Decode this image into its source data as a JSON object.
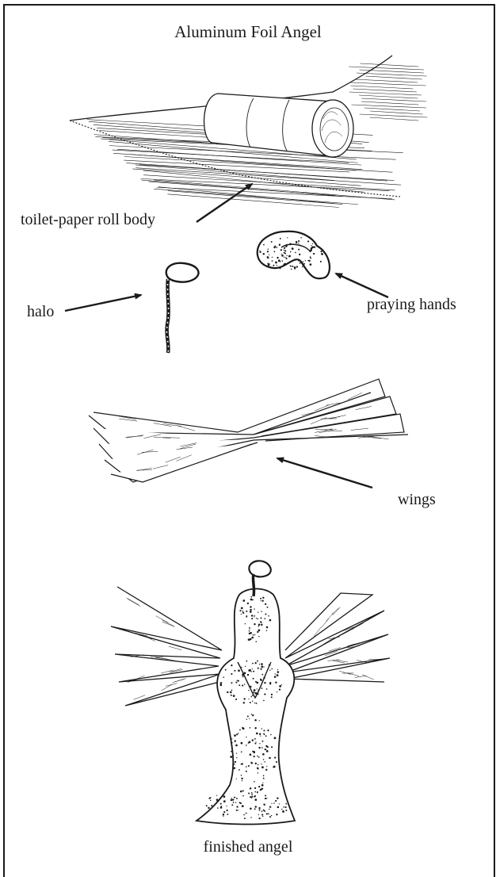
{
  "title": "Aluminum Foil Angel",
  "labels": {
    "roll": "toilet-paper roll body",
    "hands": "praying hands",
    "halo": "halo",
    "wings": "wings",
    "angel": "finished angel"
  }
}
